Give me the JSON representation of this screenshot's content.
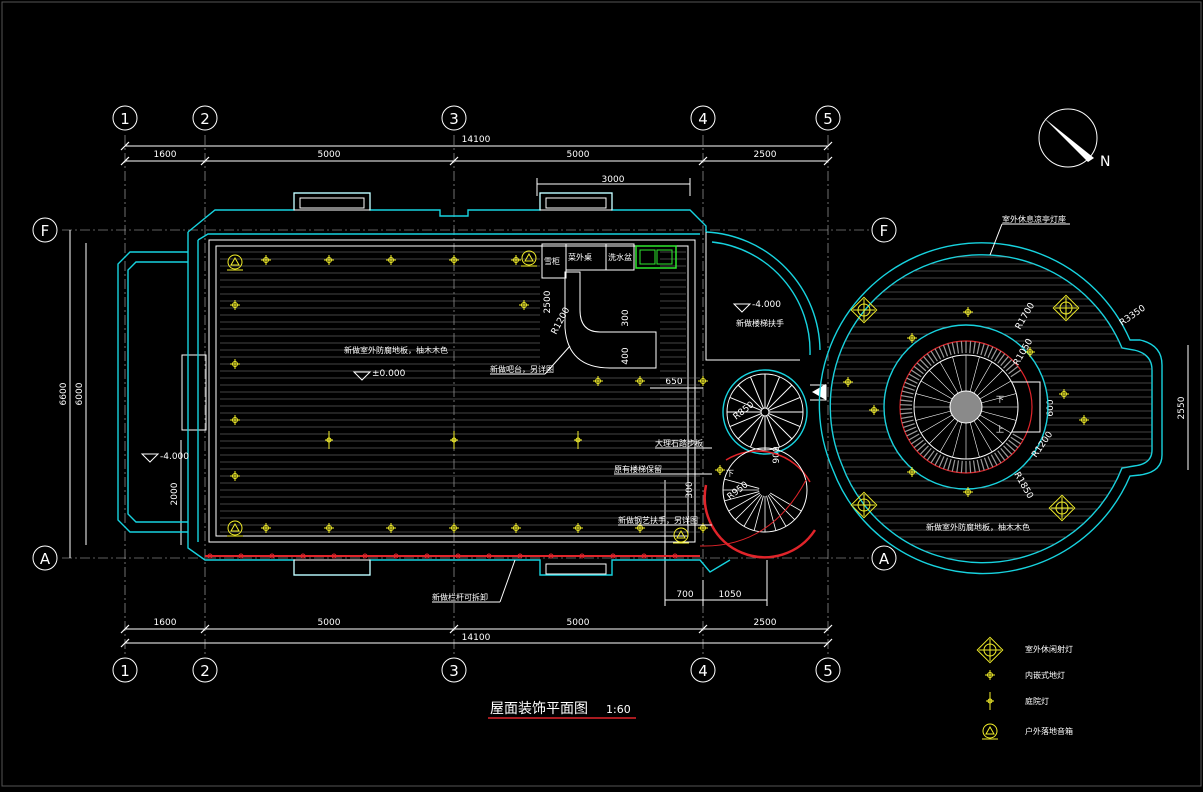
{
  "drawing": {
    "title": "屋面装饰平面图",
    "scale": "1:60",
    "north": "N"
  },
  "grid_columns": [
    "1",
    "2",
    "3",
    "4",
    "5"
  ],
  "grid_rows": [
    "F",
    "A"
  ],
  "dims": {
    "top_segments": [
      "1600",
      "5000",
      "5000",
      "2500"
    ],
    "bottom_segments": [
      "1600",
      "5000",
      "5000",
      "2500"
    ],
    "total": "14100",
    "deck_width": "3000",
    "left_outer": "6600",
    "left_inner": "6000",
    "left_low": "2000",
    "right_outer": "2550",
    "d650": "650",
    "d700": "700",
    "d1050": "1050",
    "d300a": "300",
    "d400": "400",
    "d2500": "2500",
    "d300b": "300",
    "d900": "900",
    "d600": "600"
  },
  "levels": {
    "main": "±0.000",
    "left": "-4.000",
    "upper": "-4.000"
  },
  "radii": {
    "r1200": "R1200",
    "r850": "R850",
    "r950": "R950",
    "r1700": "R1700",
    "r1050": "R1050",
    "r3350": "R3350",
    "r1200b": "R1200",
    "r1850": "R1850"
  },
  "labels": {
    "main_floor": "新做室外防腐地板，柚木木色",
    "bar_counter": "新做吧台，另详图",
    "fridge": "雪柜",
    "sink_unit": "菜外桌",
    "dish": "洗水盆",
    "stair_handrail": "新做楼梯扶手",
    "stone_plank": "大理石踏步板",
    "original_stair": "原有楼梯保留",
    "stair_down_detail": "新做钢艺扶手，另详图",
    "railing": "新做栏杆可拆卸",
    "pergola": "室外休息凉亭灯座",
    "round_floor": "新做室外防腐地板，柚木木色",
    "down1": "下",
    "down2": "下",
    "up": "上"
  },
  "legend": [
    {
      "icon": "flood-light-icon",
      "label": "室外休闲射灯"
    },
    {
      "icon": "recessed-light-icon",
      "label": "内嵌式地灯"
    },
    {
      "icon": "spot-light-icon",
      "label": "庭院灯"
    },
    {
      "icon": "speaker-icon",
      "label": "户外落地音箱"
    }
  ]
}
